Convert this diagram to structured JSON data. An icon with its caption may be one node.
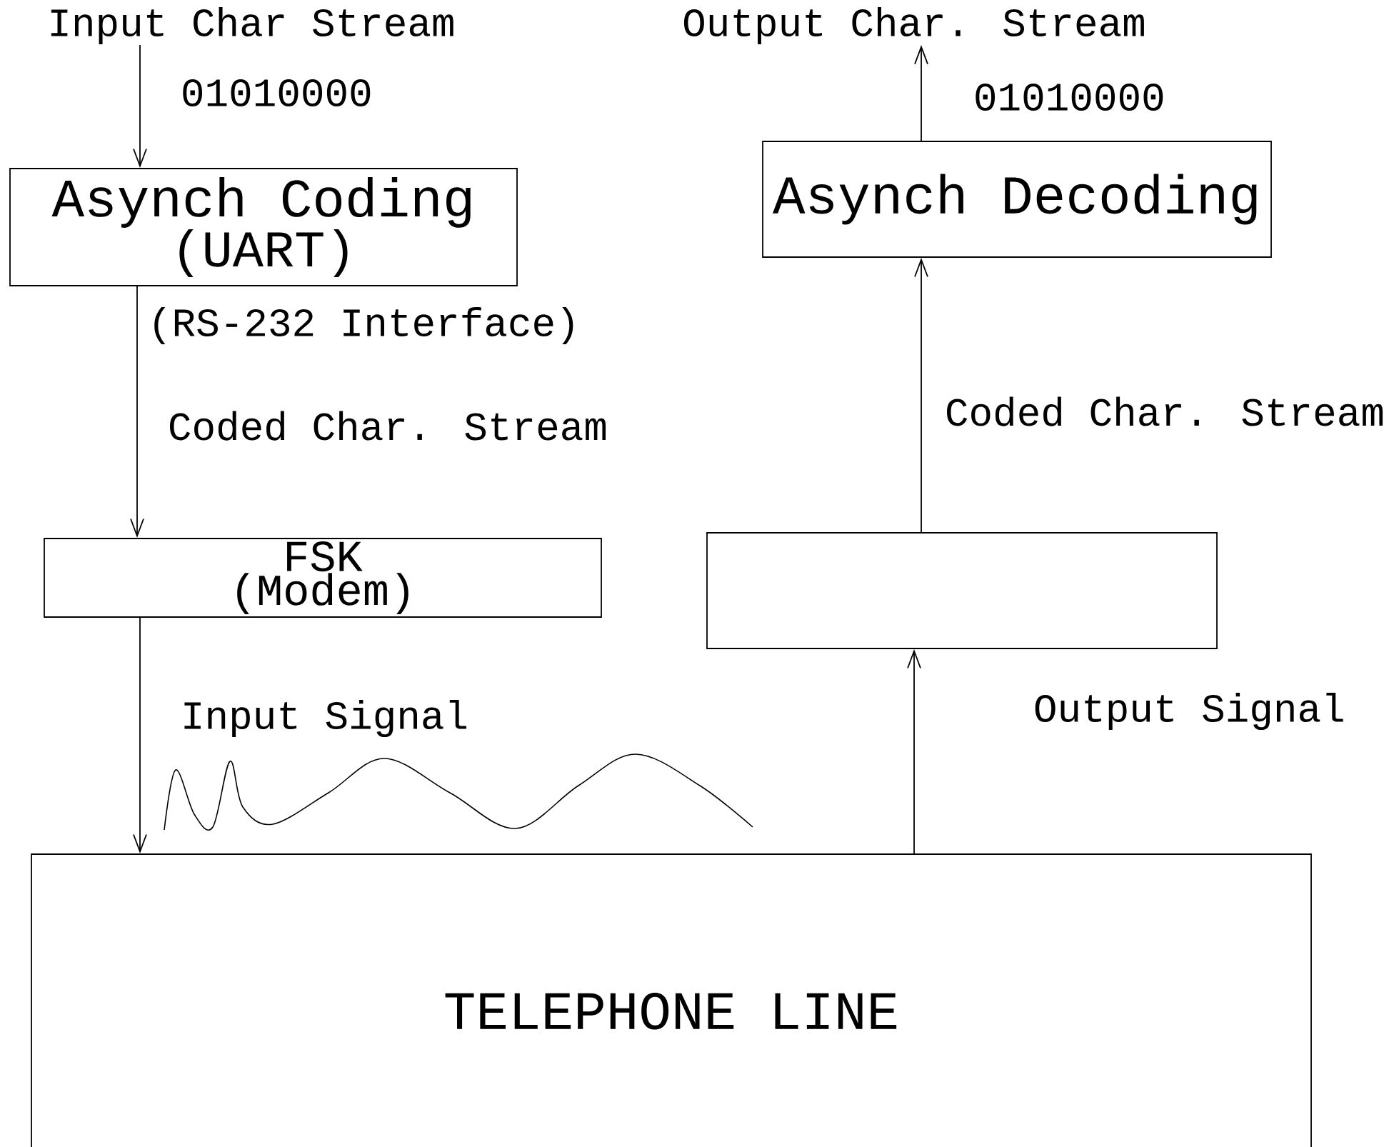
{
  "diagram": {
    "nodes": [
      {
        "text": [
          "Input Char Stream"
        ]
      },
      {
        "text": [
          "Asynch Coding",
          "(UART)"
        ]
      },
      {
        "text": [
          "FSK",
          "(Modem)"
        ]
      },
      {
        "text": [
          "TELEPHONE LINE"
        ]
      },
      {
        "text": [],
        "shape": "box"
      },
      {
        "text": [
          "Asynch Decoding"
        ]
      },
      {
        "text": [
          "Output Char. Stream"
        ]
      }
    ],
    "edges": [
      {
        "from": 0,
        "to": 1,
        "arrow": "to",
        "label": "01010000"
      },
      {
        "from": 1,
        "to": 2,
        "arrow": "to",
        "label": "Coded Char. Stream"
      },
      {
        "from": 2,
        "to": 3,
        "arrow": "to",
        "label": "Input Signal"
      },
      {
        "from": 3,
        "to": 4,
        "arrow": "to",
        "label": "Output Signal"
      },
      {
        "from": 4,
        "to": 5,
        "arrow": "to",
        "label": "Coded Char. Stream"
      },
      {
        "from": 5,
        "to": 6,
        "arrow": "to",
        "label": "01010000"
      }
    ],
    "labels": [
      "(RS-232 Interface)"
    ]
  }
}
